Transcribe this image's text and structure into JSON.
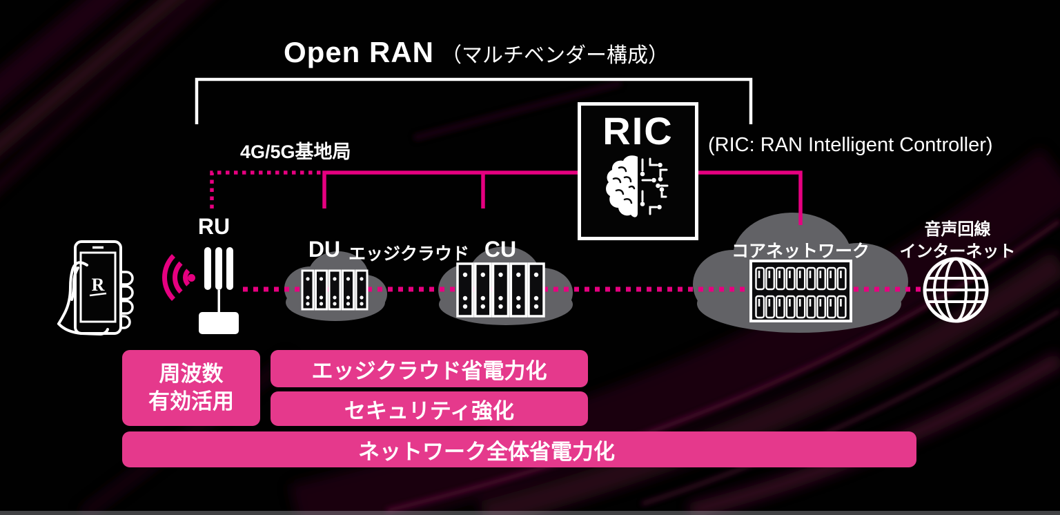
{
  "title": {
    "main": "Open RAN",
    "sub": "（マルチベンダー構成）"
  },
  "network": {
    "base_station_label": "4G/5G基地局",
    "phone_logo": "R",
    "nodes": {
      "ru": "RU",
      "du": "DU",
      "edge_cloud": "エッジクラウド",
      "cu": "CU",
      "core_network": "コアネットワーク",
      "internet_line1": "音声回線",
      "internet_line2": "インターネット"
    },
    "ric": {
      "name": "RIC",
      "full": "(RIC: RAN Intelligent Controller)"
    }
  },
  "benefits": {
    "frequency_line1": "周波数",
    "frequency_line2": "有効活用",
    "edge_power_saving": "エッジクラウド省電力化",
    "security": "セキュリティ強化",
    "network_power_saving": "ネットワーク全体省電力化"
  },
  "colors": {
    "magenta_line": "#e60080",
    "benefit_pink": "#e5398c",
    "cloud_gray": "#626266",
    "white": "#ffffff",
    "background": "#000000"
  }
}
